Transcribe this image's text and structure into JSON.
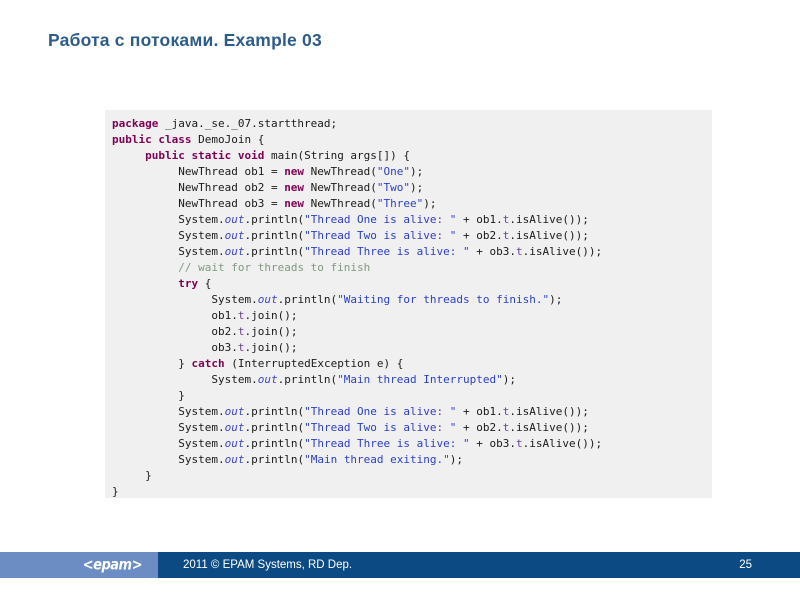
{
  "slide": {
    "title": "Работа с потоками. Example 03",
    "title_color": "#2e5c8a"
  },
  "code": {
    "language": "java",
    "background_color": "#f0f0f0",
    "colors": {
      "keyword": "#7f0055",
      "string": "#2a3fc8",
      "comment": "#7e9a7e",
      "static_field": "#3a46c8",
      "instance_field": "#6a3d9a",
      "plain": "#1a1a1a"
    },
    "lines": [
      [
        {
          "t": "package",
          "c": "k"
        },
        {
          "t": " _java._se._07.startthread;",
          "c": "p"
        }
      ],
      [
        {
          "t": "public class",
          "c": "k"
        },
        {
          "t": " DemoJoin {",
          "c": "p"
        }
      ],
      [
        {
          "t": "     ",
          "c": "p"
        },
        {
          "t": "public static void",
          "c": "k"
        },
        {
          "t": " main(String args[]) {",
          "c": "p"
        }
      ],
      [
        {
          "t": "          NewThread ob1 = ",
          "c": "p"
        },
        {
          "t": "new",
          "c": "k"
        },
        {
          "t": " NewThread(",
          "c": "p"
        },
        {
          "t": "\"One\"",
          "c": "s"
        },
        {
          "t": ");",
          "c": "p"
        }
      ],
      [
        {
          "t": "          NewThread ob2 = ",
          "c": "p"
        },
        {
          "t": "new",
          "c": "k"
        },
        {
          "t": " NewThread(",
          "c": "p"
        },
        {
          "t": "\"Two\"",
          "c": "s"
        },
        {
          "t": ");",
          "c": "p"
        }
      ],
      [
        {
          "t": "          NewThread ob3 = ",
          "c": "p"
        },
        {
          "t": "new",
          "c": "k"
        },
        {
          "t": " NewThread(",
          "c": "p"
        },
        {
          "t": "\"Three\"",
          "c": "s"
        },
        {
          "t": ");",
          "c": "p"
        }
      ],
      [
        {
          "t": "          System.",
          "c": "p"
        },
        {
          "t": "out",
          "c": "f"
        },
        {
          "t": ".println(",
          "c": "p"
        },
        {
          "t": "\"Thread One is alive: \"",
          "c": "s"
        },
        {
          "t": " + ob1.",
          "c": "p"
        },
        {
          "t": "t",
          "c": "fld"
        },
        {
          "t": ".isAlive());",
          "c": "p"
        }
      ],
      [
        {
          "t": "          System.",
          "c": "p"
        },
        {
          "t": "out",
          "c": "f"
        },
        {
          "t": ".println(",
          "c": "p"
        },
        {
          "t": "\"Thread Two is alive: \"",
          "c": "s"
        },
        {
          "t": " + ob2.",
          "c": "p"
        },
        {
          "t": "t",
          "c": "fld"
        },
        {
          "t": ".isAlive());",
          "c": "p"
        }
      ],
      [
        {
          "t": "          System.",
          "c": "p"
        },
        {
          "t": "out",
          "c": "f"
        },
        {
          "t": ".println(",
          "c": "p"
        },
        {
          "t": "\"Thread Three is alive: \"",
          "c": "s"
        },
        {
          "t": " + ob3.",
          "c": "p"
        },
        {
          "t": "t",
          "c": "fld"
        },
        {
          "t": ".isAlive());",
          "c": "p"
        }
      ],
      [
        {
          "t": "          ",
          "c": "p"
        },
        {
          "t": "// wait for threads to finish",
          "c": "c"
        }
      ],
      [
        {
          "t": "          ",
          "c": "p"
        },
        {
          "t": "try",
          "c": "k"
        },
        {
          "t": " {",
          "c": "p"
        }
      ],
      [
        {
          "t": "               System.",
          "c": "p"
        },
        {
          "t": "out",
          "c": "f"
        },
        {
          "t": ".println(",
          "c": "p"
        },
        {
          "t": "\"Waiting for threads to finish.\"",
          "c": "s"
        },
        {
          "t": ");",
          "c": "p"
        }
      ],
      [
        {
          "t": "               ob1.",
          "c": "p"
        },
        {
          "t": "t",
          "c": "fld"
        },
        {
          "t": ".join();",
          "c": "p"
        }
      ],
      [
        {
          "t": "               ob2.",
          "c": "p"
        },
        {
          "t": "t",
          "c": "fld"
        },
        {
          "t": ".join();",
          "c": "p"
        }
      ],
      [
        {
          "t": "               ob3.",
          "c": "p"
        },
        {
          "t": "t",
          "c": "fld"
        },
        {
          "t": ".join();",
          "c": "p"
        }
      ],
      [
        {
          "t": "          } ",
          "c": "p"
        },
        {
          "t": "catch",
          "c": "k"
        },
        {
          "t": " (InterruptedException e) {",
          "c": "p"
        }
      ],
      [
        {
          "t": "               System.",
          "c": "p"
        },
        {
          "t": "out",
          "c": "f"
        },
        {
          "t": ".println(",
          "c": "p"
        },
        {
          "t": "\"Main thread Interrupted\"",
          "c": "s"
        },
        {
          "t": ");",
          "c": "p"
        }
      ],
      [
        {
          "t": "          }",
          "c": "p"
        }
      ],
      [
        {
          "t": "          System.",
          "c": "p"
        },
        {
          "t": "out",
          "c": "f"
        },
        {
          "t": ".println(",
          "c": "p"
        },
        {
          "t": "\"Thread One is alive: \"",
          "c": "s"
        },
        {
          "t": " + ob1.",
          "c": "p"
        },
        {
          "t": "t",
          "c": "fld"
        },
        {
          "t": ".isAlive());",
          "c": "p"
        }
      ],
      [
        {
          "t": "          System.",
          "c": "p"
        },
        {
          "t": "out",
          "c": "f"
        },
        {
          "t": ".println(",
          "c": "p"
        },
        {
          "t": "\"Thread Two is alive: \"",
          "c": "s"
        },
        {
          "t": " + ob2.",
          "c": "p"
        },
        {
          "t": "t",
          "c": "fld"
        },
        {
          "t": ".isAlive());",
          "c": "p"
        }
      ],
      [
        {
          "t": "          System.",
          "c": "p"
        },
        {
          "t": "out",
          "c": "f"
        },
        {
          "t": ".println(",
          "c": "p"
        },
        {
          "t": "\"Thread Three is alive: \"",
          "c": "s"
        },
        {
          "t": " + ob3.",
          "c": "p"
        },
        {
          "t": "t",
          "c": "fld"
        },
        {
          "t": ".isAlive());",
          "c": "p"
        }
      ],
      [
        {
          "t": "          System.",
          "c": "p"
        },
        {
          "t": "out",
          "c": "f"
        },
        {
          "t": ".println(",
          "c": "p"
        },
        {
          "t": "\"Main thread exiting.\"",
          "c": "s"
        },
        {
          "t": ");",
          "c": "p"
        }
      ],
      [
        {
          "t": "     }",
          "c": "p"
        }
      ],
      [
        {
          "t": "}",
          "c": "p"
        }
      ]
    ]
  },
  "footer": {
    "logo_text": "<epam>",
    "copyright": "2011 © EPAM Systems, RD Dep.",
    "page_number": "25",
    "bar_color": "#0b4a82",
    "logo_panel_color": "#6b8dc4"
  }
}
